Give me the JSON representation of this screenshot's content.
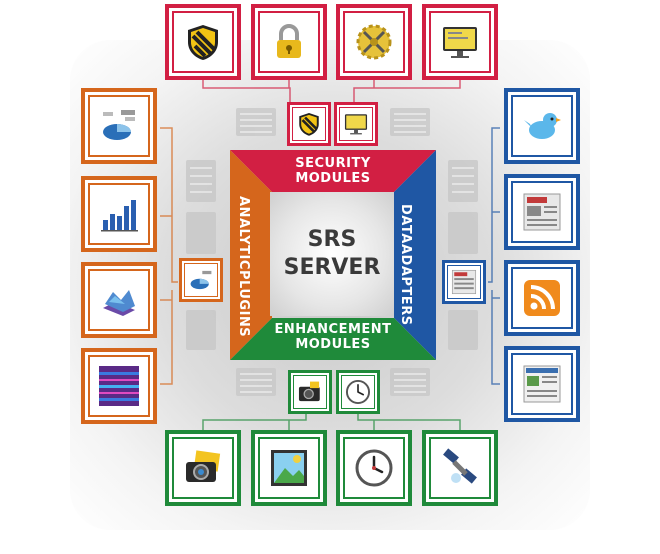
{
  "center": {
    "line1": "SRS",
    "line2": "SERVER"
  },
  "sections": {
    "security": {
      "line1": "SECURITY",
      "line2": "MODULES",
      "color": "#d21f43"
    },
    "analytic": {
      "line1": "ANALYTIC",
      "line2": "PLUGINS",
      "color": "#d5661c"
    },
    "data": {
      "line1": "DATA",
      "line2": "ADAPTERS",
      "color": "#1f57a4"
    },
    "enhancement": {
      "line1": "ENHANCEMENT",
      "line2": "MODULES",
      "color": "#1f8a3a"
    }
  },
  "icons": {
    "top": [
      "shield-icon",
      "padlock-icon",
      "gear-tools-icon",
      "monitor-icon"
    ],
    "left": [
      "pie-chart-icon",
      "bar-chart-icon",
      "3d-chart-icon",
      "heatmap-icon"
    ],
    "right": [
      "twitter-bird-icon",
      "newspaper-icon",
      "rss-icon",
      "news-web-icon"
    ],
    "bottom": [
      "camera-icon",
      "image-frame-icon",
      "clock-icon",
      "satellite-icon"
    ]
  }
}
